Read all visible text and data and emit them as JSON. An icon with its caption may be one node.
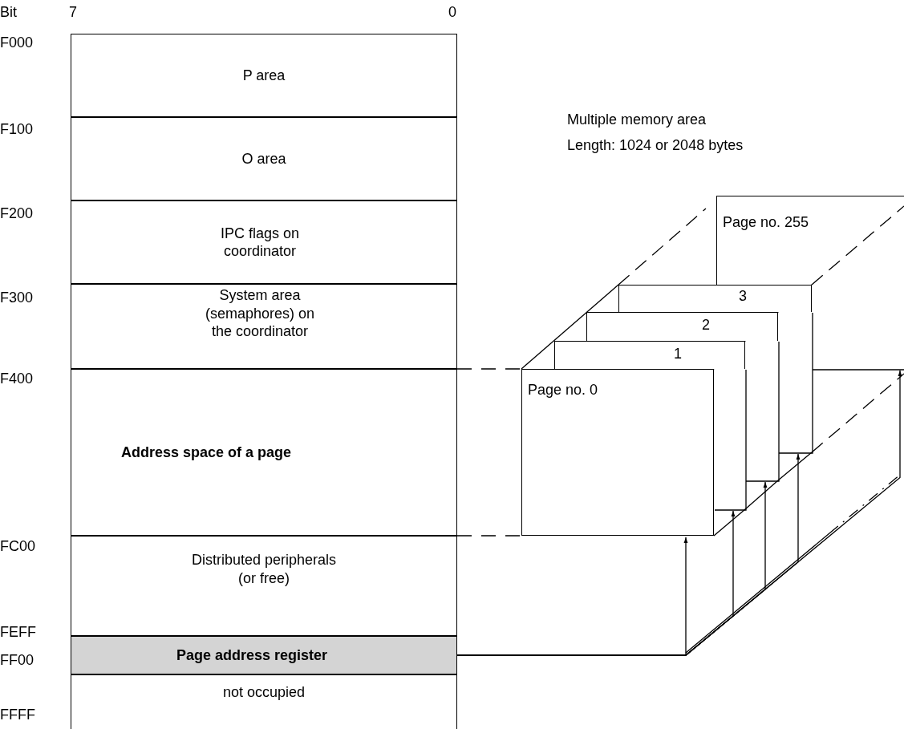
{
  "diagram": {
    "nodes": [
      {
        "text": [
          "P area"
        ]
      },
      {
        "text": [
          "O area"
        ]
      },
      {
        "text": [
          "IPC flags on coordinator"
        ]
      },
      {
        "text": [
          "System area (semaphores) on the coordinator"
        ]
      },
      {
        "text": [
          "Address space of a page"
        ]
      },
      {
        "text": [
          "Distributed peripherals (or free)"
        ]
      },
      {
        "text": [
          "Page address register"
        ]
      },
      {
        "text": [
          "not occupied"
        ]
      },
      {
        "text": [
          "Page no. 0"
        ]
      },
      {
        "text": [
          "1"
        ]
      },
      {
        "text": [
          "2"
        ]
      },
      {
        "text": [
          "3"
        ]
      },
      {
        "text": [
          "Page no. 255"
        ]
      }
    ],
    "edges": [
      {
        "from": 4,
        "to": 8,
        "arrow": "none",
        "style": "dashed"
      },
      {
        "from": 4,
        "to": 8,
        "arrow": "none",
        "style": "dashed"
      },
      {
        "from": 6,
        "to": 8,
        "arrow": "to"
      },
      {
        "from": 6,
        "to": 9,
        "arrow": "to"
      },
      {
        "from": 6,
        "to": 10,
        "arrow": "to"
      },
      {
        "from": 6,
        "to": 11,
        "arrow": "to"
      },
      {
        "from": 6,
        "to": 12,
        "arrow": "to"
      }
    ],
    "labels": [
      "Bit",
      "7",
      "0",
      "F000",
      "F100",
      "F200",
      "F300",
      "F400",
      "FC00",
      "FEFF",
      "FF00",
      "FFFF",
      "Multiple memory area",
      "Length: 1024 or 2048 bytes"
    ]
  }
}
